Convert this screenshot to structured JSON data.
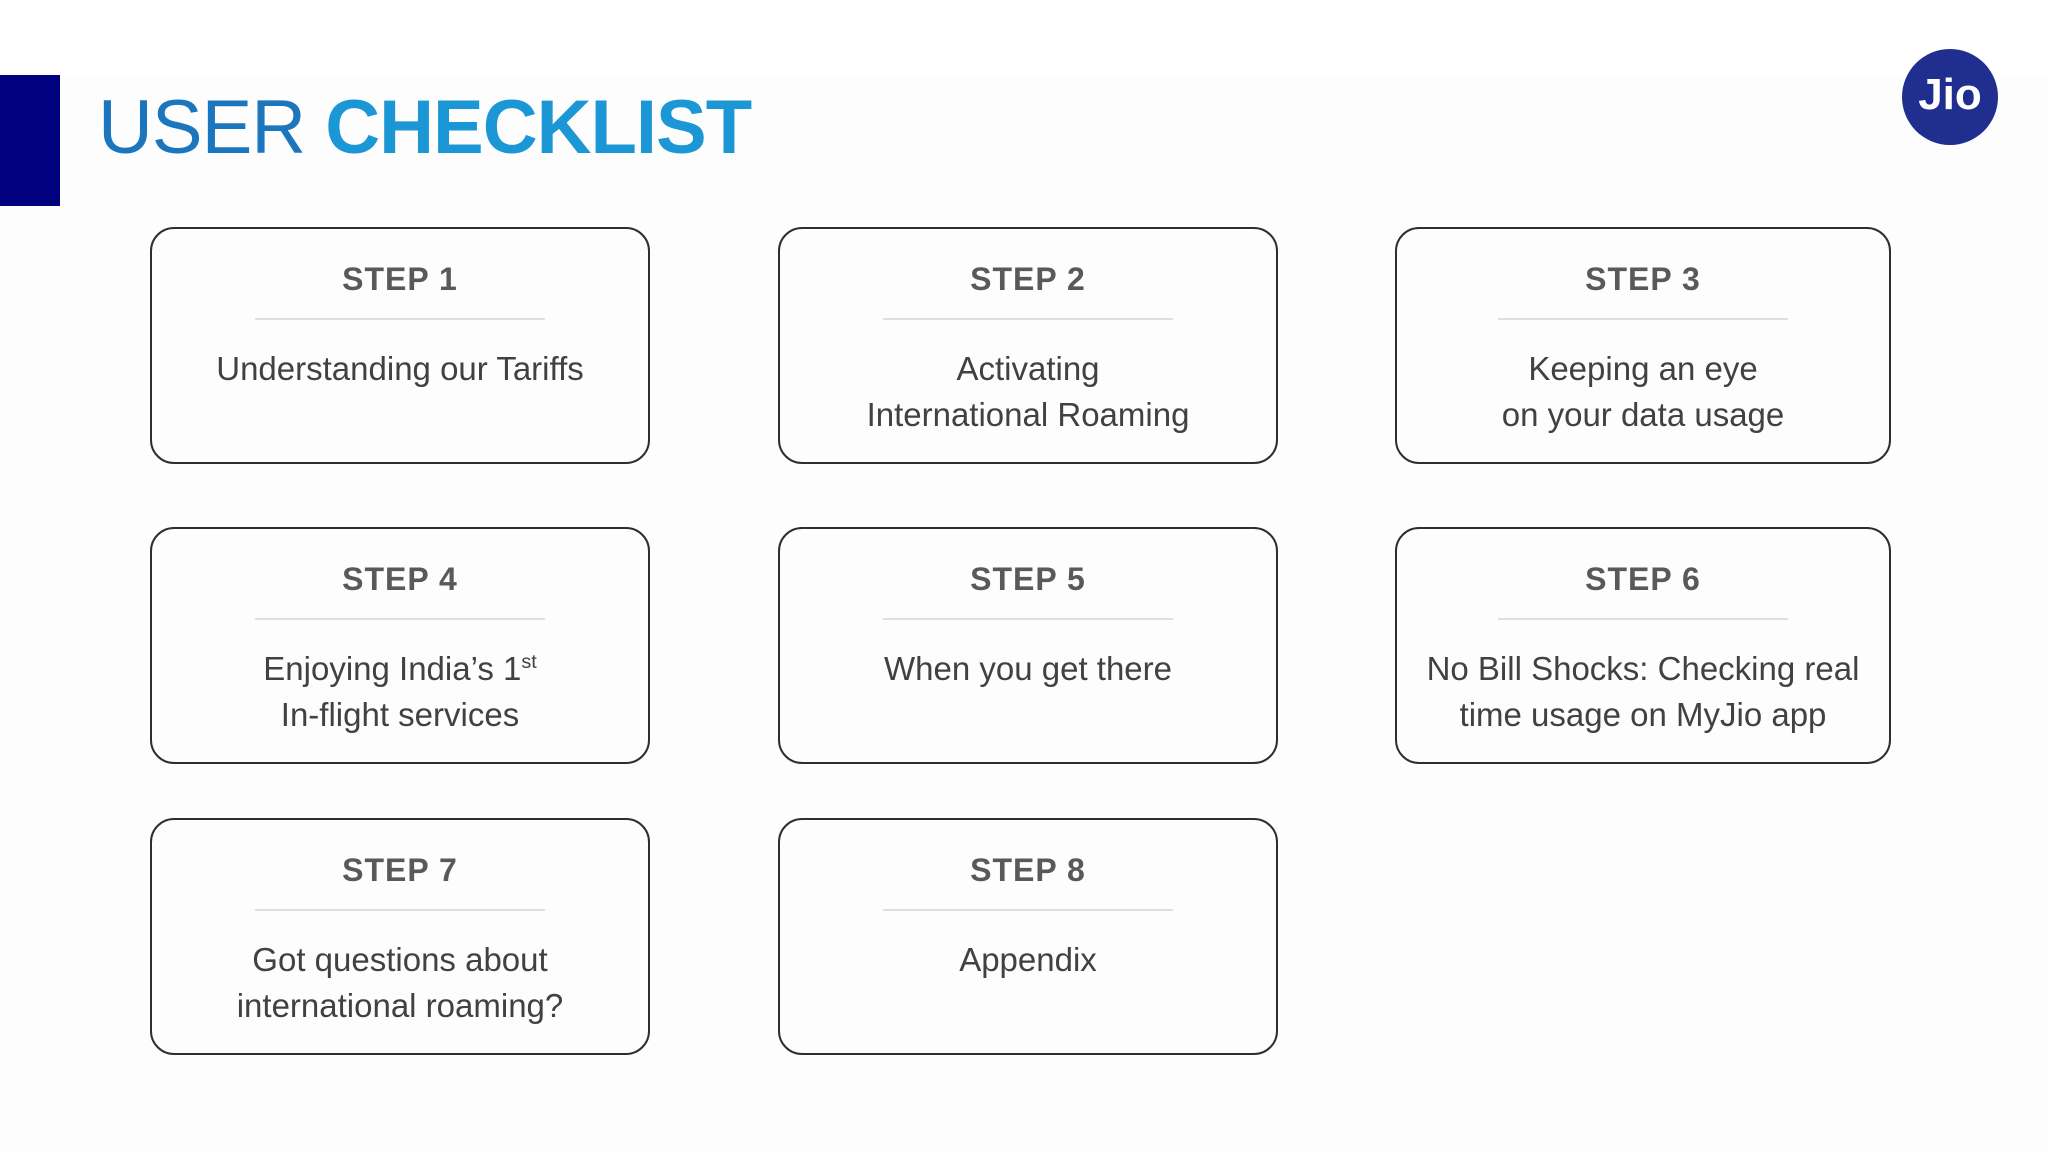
{
  "page": {
    "title_regular": "USER",
    "title_bold": "CHECKLIST",
    "colors": {
      "title_regular": "#1c76bd",
      "title_bold": "#1a97d4",
      "accent_bar": "#01017f",
      "logo_circle": "#202e8f",
      "step_label": "#58595b",
      "step_body": "#414042",
      "card_border": "#2e2e2e"
    }
  },
  "logo": {
    "text": "Jio"
  },
  "steps": [
    {
      "label": "STEP 1",
      "line1": "Understanding our Tariffs"
    },
    {
      "label": "STEP 2",
      "line1": "Activating",
      "line2": "International Roaming"
    },
    {
      "label": "STEP 3",
      "line1": "Keeping an eye",
      "line2": "on your data usage"
    },
    {
      "label": "STEP 4",
      "line1": "Enjoying India’s 1",
      "sup": "st",
      "line2": "In-flight services"
    },
    {
      "label": "STEP 5",
      "line1": "When you get there"
    },
    {
      "label": "STEP 6",
      "line1": "No Bill Shocks: Checking real",
      "line2": "time usage on MyJio app"
    },
    {
      "label": "STEP 7",
      "line1": "Got questions about",
      "line2": "international roaming?"
    },
    {
      "label": "STEP 8",
      "line1": "Appendix"
    }
  ]
}
